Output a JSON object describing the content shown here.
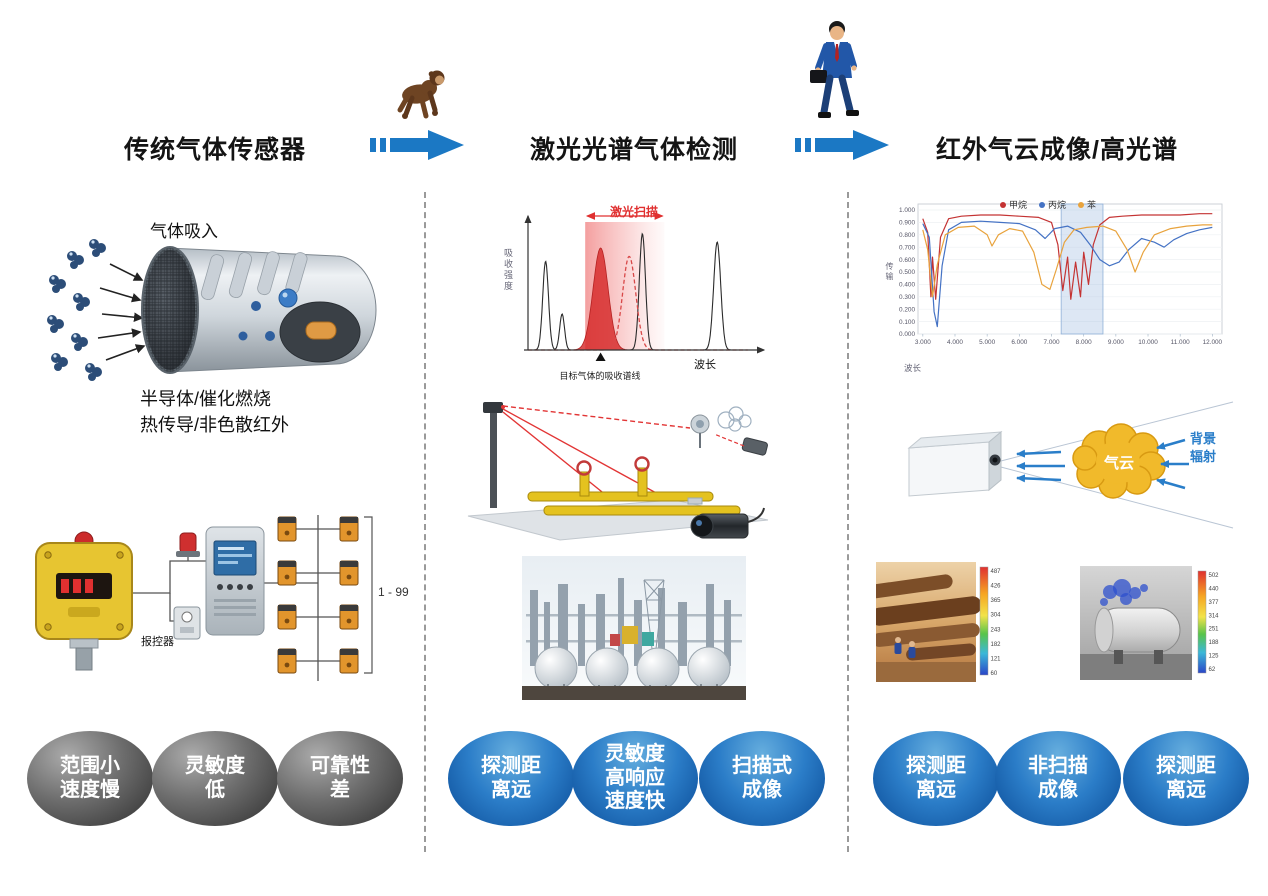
{
  "page": {
    "background": "#ffffff",
    "accent_blue": "#1b78c4"
  },
  "columns": [
    {
      "title": "传统气体传感器"
    },
    {
      "title": "激光光谱气体检测"
    },
    {
      "title": "红外气云成像/高光谱"
    }
  ],
  "col1": {
    "gas_intake_label": "气体吸入",
    "sensor_types": "半导体/催化燃烧\n热传导/非色散红外",
    "controller_label": "报控器",
    "range_label": "1 - 99",
    "ovals": [
      "范围小\n速度慢",
      "灵敏度\n低",
      "可靠性\n差"
    ]
  },
  "col2": {
    "ovals": [
      "探测距\n离远",
      "灵敏度\n高响应\n速度快",
      "扫描式\n成像"
    ]
  },
  "col3": {
    "cloud_label": "气云",
    "background_radiation_label": "背景\n辐射",
    "thermal_left_scale": [
      "487",
      "426",
      "365",
      "304",
      "243",
      "182",
      "121",
      "60"
    ],
    "thermal_right_scale": [
      "502",
      "440",
      "377",
      "314",
      "251",
      "188",
      "125",
      "62"
    ],
    "ovals": [
      "探测距\n离远",
      "非扫描\n成像",
      "探测距\n离远"
    ]
  },
  "chart_data": [
    {
      "type": "line",
      "title": "激光扫描",
      "xlabel": "波长",
      "ylabel": "吸收强度",
      "annotation": "目标气体的吸收谱线",
      "x_range": [
        0,
        1
      ],
      "background_peaks": [
        {
          "x": 0.08,
          "h": 0.74,
          "w": 0.013
        },
        {
          "x": 0.155,
          "h": 0.3,
          "w": 0.011
        },
        {
          "x": 0.52,
          "h": 0.97,
          "w": 0.014
        },
        {
          "x": 0.86,
          "h": 0.9,
          "w": 0.016
        }
      ],
      "target_peak": {
        "x": 0.33,
        "h": 0.85,
        "w": 0.034
      },
      "scanned_peak": {
        "x": 0.46,
        "h": 0.78,
        "w": 0.03
      },
      "scan_band": [
        0.26,
        0.62
      ],
      "marker_x": 0.33
    },
    {
      "type": "line",
      "xlabel": "波长",
      "ylabel": "传输",
      "xlim": [
        2.85,
        12.3
      ],
      "ylim": [
        0,
        1
      ],
      "x_tick_values": [
        3,
        4,
        5,
        6,
        7,
        8,
        9,
        10,
        11,
        12
      ],
      "x_tick_labels": [
        "3.000",
        "4.000",
        "5.000",
        "6.000",
        "7.000",
        "8.000",
        "9.000",
        "10.000",
        "11.000",
        "12.000"
      ],
      "y_tick_labels": [
        "0.000",
        "0.100",
        "0.200",
        "0.300",
        "0.400",
        "0.500",
        "0.600",
        "0.700",
        "0.800",
        "0.900",
        "1.000"
      ],
      "highlight_band": [
        7.3,
        8.6
      ],
      "legend_position": "top",
      "grid": true,
      "series": [
        {
          "name": "甲烷",
          "color": "#c43333",
          "x": [
            3.0,
            3.15,
            3.25,
            3.3,
            3.4,
            3.55,
            3.8,
            4.2,
            4.8,
            5.4,
            6.0,
            6.6,
            7.0,
            7.2,
            7.35,
            7.5,
            7.6,
            7.75,
            7.9,
            8.0,
            8.15,
            8.3,
            8.5,
            8.8,
            9.2,
            9.8,
            10.4,
            11.0,
            11.6,
            12.0
          ],
          "y": [
            0.93,
            0.82,
            0.3,
            0.62,
            0.28,
            0.78,
            0.93,
            0.95,
            0.96,
            0.96,
            0.95,
            0.94,
            0.9,
            0.72,
            0.35,
            0.62,
            0.28,
            0.58,
            0.3,
            0.66,
            0.4,
            0.72,
            0.88,
            0.94,
            0.95,
            0.96,
            0.96,
            0.96,
            0.97,
            0.97
          ]
        },
        {
          "name": "丙烷",
          "color": "#4472c4",
          "x": [
            3.0,
            3.2,
            3.35,
            3.45,
            3.6,
            3.8,
            4.2,
            4.8,
            5.4,
            6.0,
            6.5,
            6.8,
            7.1,
            7.5,
            7.9,
            8.2,
            8.5,
            8.8,
            9.1,
            9.4,
            9.8,
            10.2,
            10.5,
            10.8,
            11.2,
            11.6,
            12.0
          ],
          "y": [
            0.89,
            0.78,
            0.18,
            0.06,
            0.55,
            0.84,
            0.9,
            0.91,
            0.9,
            0.89,
            0.84,
            0.77,
            0.85,
            0.87,
            0.82,
            0.72,
            0.6,
            0.55,
            0.58,
            0.68,
            0.77,
            0.74,
            0.7,
            0.76,
            0.81,
            0.84,
            0.86
          ]
        },
        {
          "name": "苯",
          "color": "#e8a33d",
          "x": [
            3.0,
            3.15,
            3.3,
            3.45,
            3.7,
            4.1,
            4.6,
            5.0,
            5.15,
            5.35,
            5.7,
            6.1,
            6.45,
            6.7,
            6.95,
            7.15,
            7.4,
            7.7,
            8.1,
            8.6,
            9.0,
            9.35,
            9.6,
            9.85,
            10.2,
            10.7,
            11.2,
            11.7,
            12.0
          ],
          "y": [
            0.84,
            0.68,
            0.3,
            0.56,
            0.8,
            0.86,
            0.87,
            0.8,
            0.71,
            0.8,
            0.85,
            0.83,
            0.66,
            0.4,
            0.36,
            0.52,
            0.74,
            0.84,
            0.86,
            0.87,
            0.83,
            0.68,
            0.5,
            0.66,
            0.8,
            0.85,
            0.87,
            0.88,
            0.88
          ]
        }
      ]
    }
  ]
}
